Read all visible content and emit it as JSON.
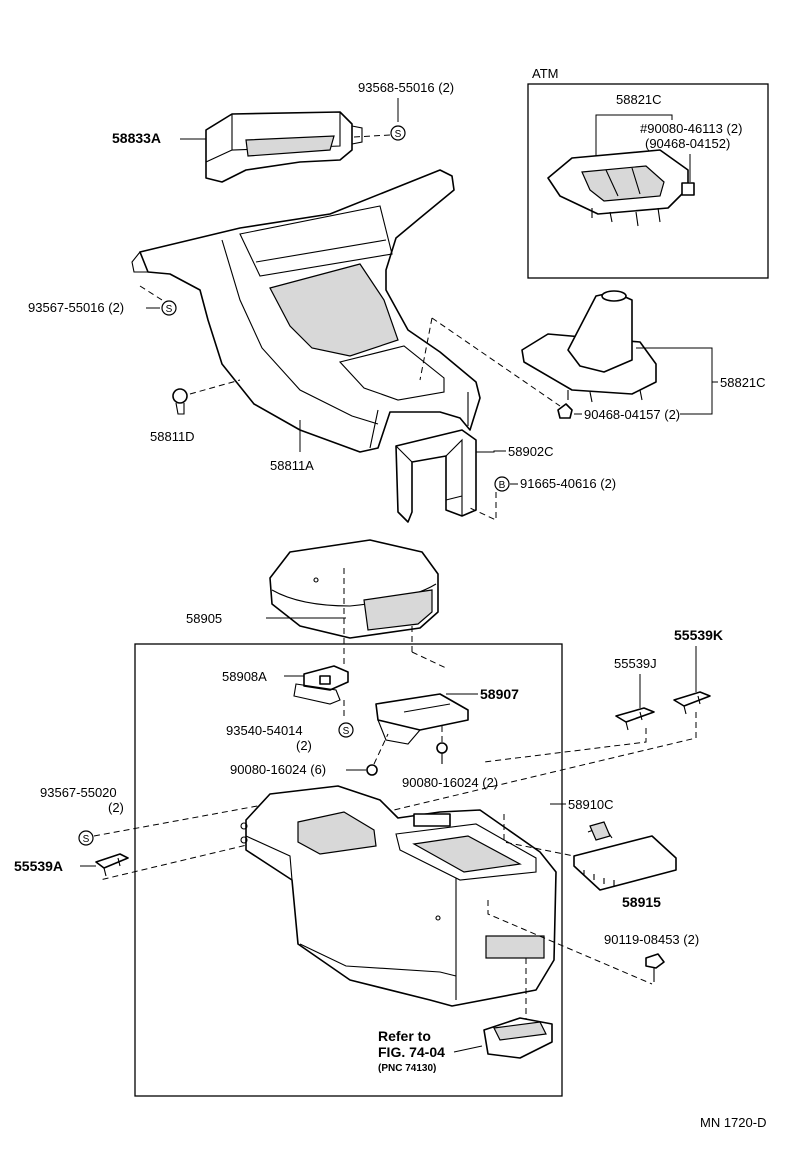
{
  "labels": {
    "atm": "ATM",
    "p58821C_atm": "58821C",
    "p90080_46113": "#90080-46113 (2)",
    "p90468_04152": "(90468-04152)",
    "p93568_55016": "93568-55016 (2)",
    "p58833A": "58833A",
    "p93567_55016": "93567-55016 (2)",
    "p58811D": "58811D",
    "p58811A": "58811A",
    "p58821C": "58821C",
    "p90468_04157": "90468-04157 (2)",
    "p58902C": "58902C",
    "p91665_40616": "91665-40616 (2)",
    "p58905": "58905",
    "p58908A": "58908A",
    "p58907": "58907",
    "p93540_54014": "93540-54014",
    "p93540_qty": "(2)",
    "p90080_16024_6": "90080-16024 (6)",
    "p90080_16024_2": "90080-16024 (2)",
    "p55539J": "55539J",
    "p55539K": "55539K",
    "p93567_55020": "93567-55020",
    "p93567_qty": "(2)",
    "p58910C": "58910C",
    "p55539A": "55539A",
    "p58915": "58915",
    "p90119_08453": "90119-08453 (2)",
    "refer_to": "Refer to",
    "fig_ref": "FIG. 74-04",
    "pnc_ref": "(PNC 74130)",
    "diagram_code": "MN 1720-D"
  },
  "symbols": {
    "s": "S",
    "b": "B"
  }
}
